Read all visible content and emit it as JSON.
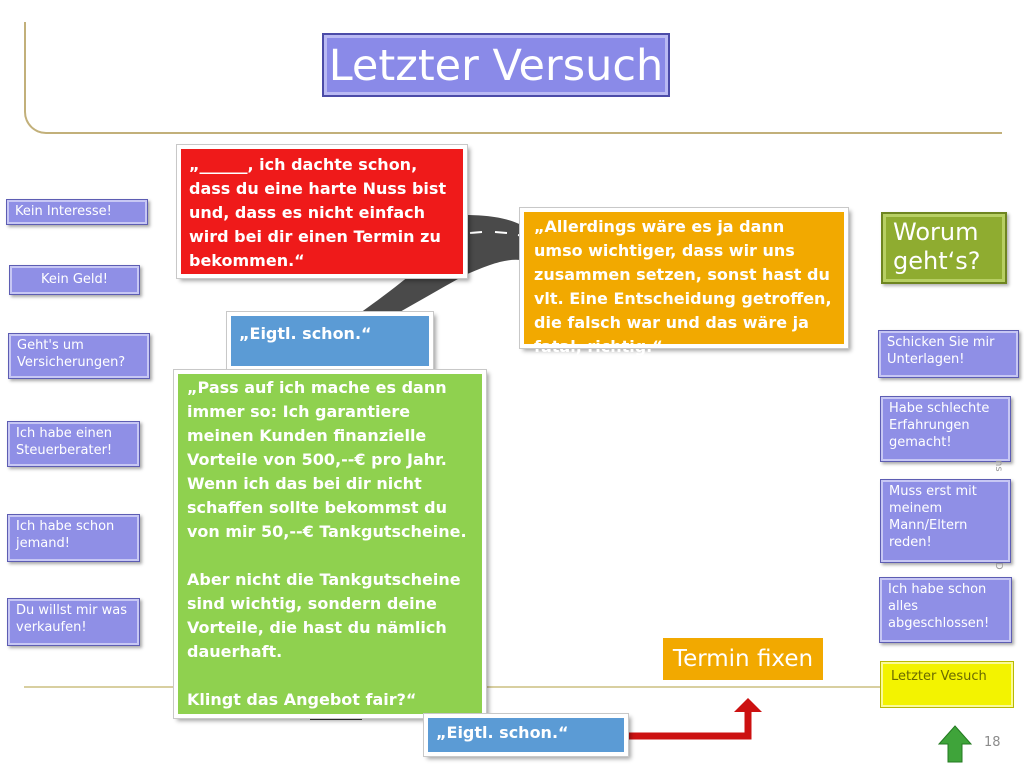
{
  "title": "Letzter Versuch",
  "left_buttons": [
    {
      "label": "Kein Interesse!"
    },
    {
      "label": "Kein Geld!"
    },
    {
      "label": "Geht's um Versicherungen?"
    },
    {
      "label": "Ich habe einen Steuerberater!"
    },
    {
      "label": "Ich habe schon jemand!"
    },
    {
      "label": "Du willst mir was verkaufen!"
    }
  ],
  "right_buttons": [
    {
      "label": "Schicken Sie mir Unterlagen!"
    },
    {
      "label": "Habe schlechte Erfahrungen gemacht!"
    },
    {
      "label": "Muss erst mit meinem Mann/Eltern reden!"
    },
    {
      "label": "Ich habe schon alles abgeschlossen!"
    }
  ],
  "worum_button": "Worum geht‘s?",
  "cards": {
    "red": "„______, ich dachte schon, dass du eine harte Nuss bist und, dass es nicht einfach wird bei dir einen Termin zu bekommen.“",
    "orange": "„Allerdings wäre es ja dann umso wichtiger, dass wir uns zusammen setzen, sonst hast du vlt. Eine Entscheidung getroffen, die falsch war und das wäre ja fatal, richtig.“",
    "blue_top": "„Eigtl. schon.“",
    "green_p1": "„Pass auf ich mache es dann immer so: Ich garantiere meinen Kunden finanzielle Vorteile von 500,--€ pro Jahr. Wenn ich das bei dir nicht schaffen sollte bekommst du von mir 50,--€ Tankgutscheine.",
    "green_p2": "Aber nicht die Tankgutscheine sind wichtig, sondern deine Vorteile, die hast du nämlich dauerhaft.",
    "green_p3": "Klingt das Angebot fair?“",
    "blue_bottom": "„Eigtl. schon.“"
  },
  "termin_button": "Termin fixen",
  "letzter_button": "Letzter Vesuch",
  "page_number": "18",
  "side_text_top": "ns",
  "side_text_bottom": "D",
  "colors": {
    "title_bg": "#8a8ae8",
    "nav_bg": "#8f8fe6",
    "red": "#ef1a1a",
    "orange": "#f2a900",
    "blue": "#5b9bd5",
    "green": "#8fd14f",
    "olive": "#8fac30",
    "yellow": "#f3f300",
    "arrow_red": "#cc1111",
    "home_green": "#3fa43a"
  }
}
